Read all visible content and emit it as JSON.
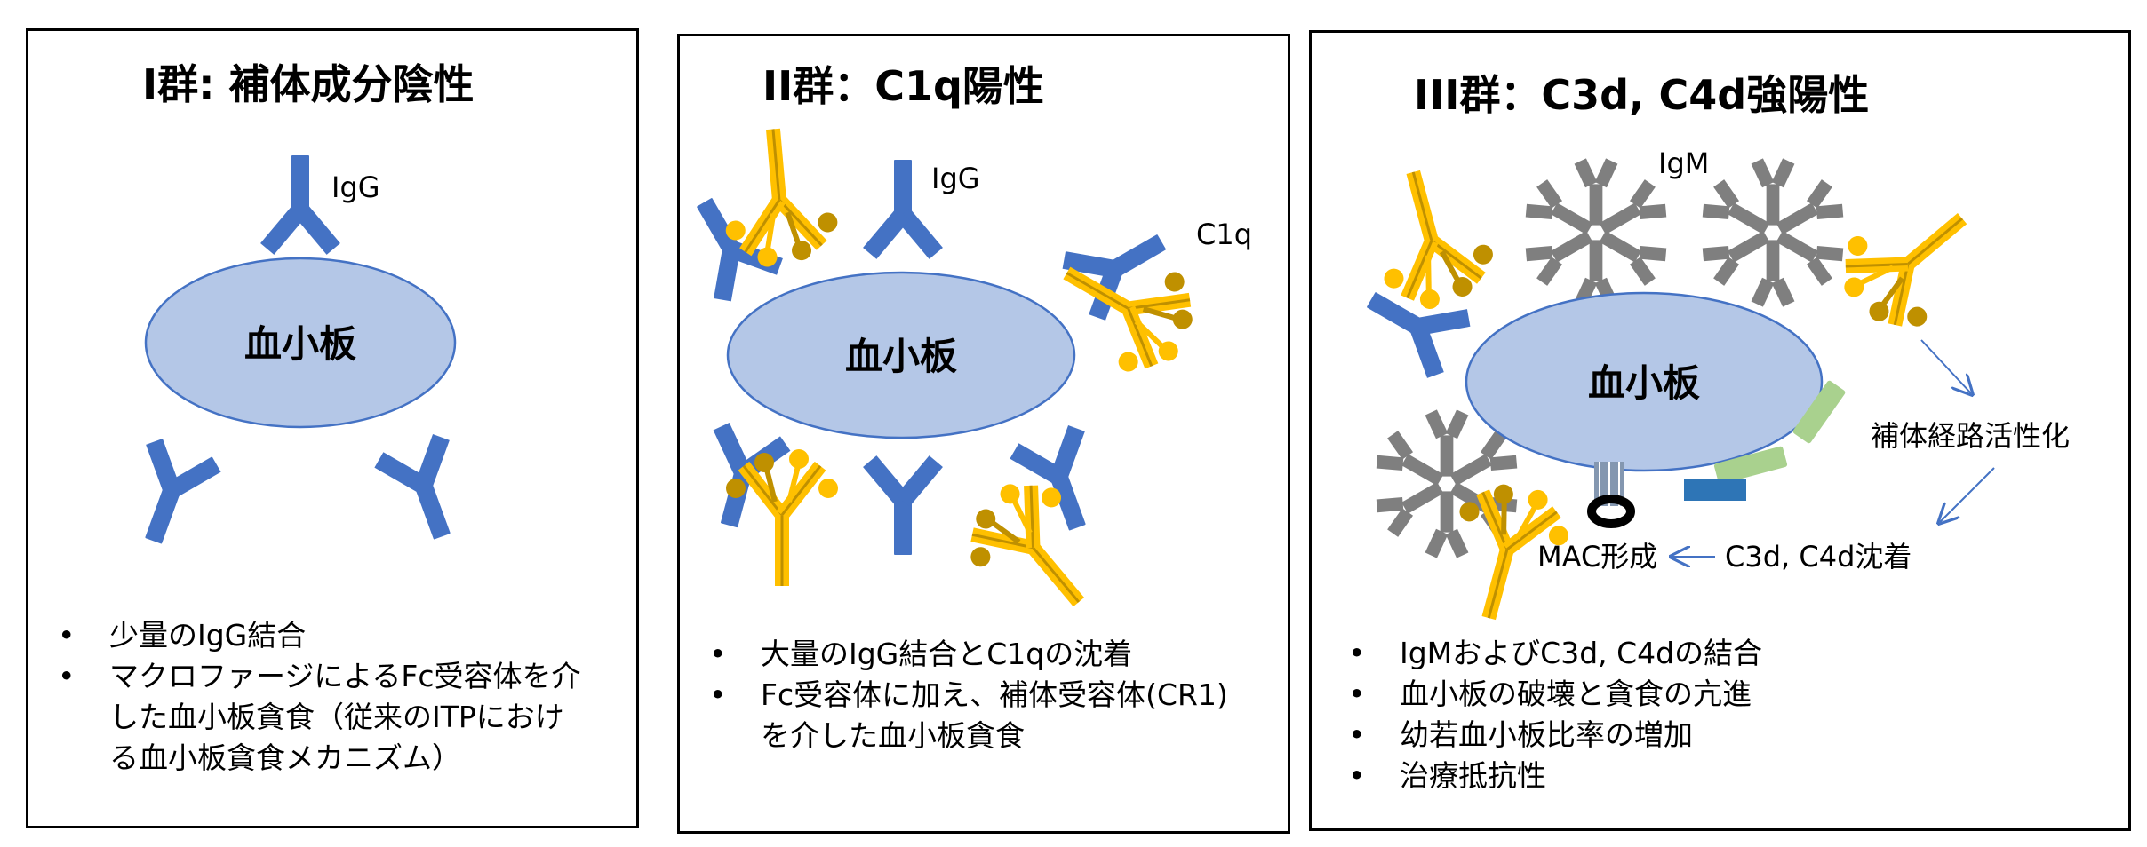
{
  "panels": [
    {
      "title": "I群: 補体成分陰性",
      "platelet": "血小板",
      "labels": {
        "igg": "IgG"
      },
      "bullets": [
        "少量のIgG結合",
        "マクロファージによるFc受容体を介した血小板貪食（従来のITPにおける血小板貪食メカニズム）"
      ]
    },
    {
      "title": "II群：C1q陽性",
      "platelet": "血小板",
      "labels": {
        "igg": "IgG",
        "c1q": "C1q"
      },
      "bullets": [
        "大量のIgG結合とC1qの沈着",
        "Fc受容体に加え、補体受容体(CR1)を介した血小板貪食"
      ]
    },
    {
      "title": "III群：C3d, C4d強陽性",
      "platelet": "血小板",
      "labels": {
        "igm": "IgM",
        "activation": "補体経路活性化",
        "deposition": "C3d, C4d沈着",
        "mac": "MAC形成"
      },
      "bullets": [
        "IgMおよびC3d, C4dの結合",
        "血小板の破壊と貪食の亢進",
        "幼若血小板比率の増加",
        "治療抵抗性"
      ]
    }
  ],
  "colors": {
    "platelet_fill": "#b4c7e7",
    "platelet_stroke": "#4472c4",
    "igg": "#4472c4",
    "c1q": "#ffc000",
    "igm": "#7f7f7f",
    "c3d": "#a9d18e",
    "c4d": "#2e75b6",
    "arrow": "#4472c4"
  }
}
